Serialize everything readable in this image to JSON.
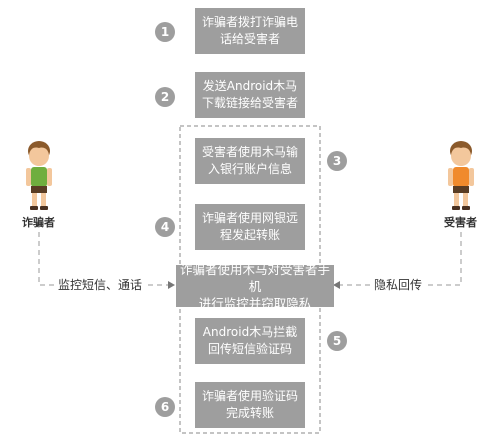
{
  "steps": [
    {
      "number": "1",
      "text": "诈骗者拨打诈骗电\n话给受害者"
    },
    {
      "number": "2",
      "text": "发送Android木马\n下载链接给受害者"
    },
    {
      "number": "3",
      "text": "受害者使用木马输\n入银行账户信息"
    },
    {
      "number": "4",
      "text": "诈骗者使用网银远\n程发起转账"
    },
    {
      "number": "5",
      "text": "Android木马拦截\n回传短信验证码"
    },
    {
      "number": "6",
      "text": "诈骗者使用验证码\n完成转账"
    }
  ],
  "center_box": "诈骗者使用木马对受害者手机\n进行监控并窃取隐私",
  "actors": {
    "left": "诈骗者",
    "right": "受害者"
  },
  "edges": {
    "left": "监控短信、通话",
    "right": "隐私回传"
  },
  "colors": {
    "box": "#9e9e9e",
    "line": "#999999",
    "scammer_shirt": "#6fae3e",
    "victim_shirt": "#f08a2c",
    "skin": "#f3c79c",
    "hair": "#8b5a2b"
  }
}
